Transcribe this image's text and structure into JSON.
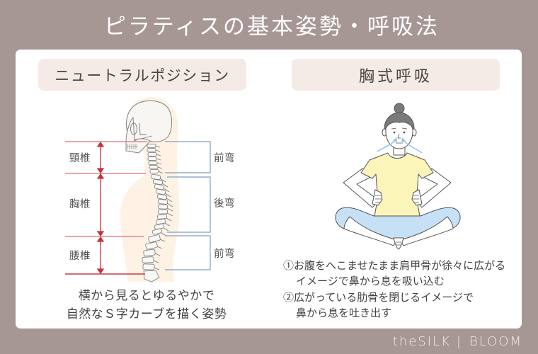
{
  "title": "ピラティスの基本姿勢・呼吸法",
  "sections": {
    "neutral": {
      "heading": "ニュートラルポジション",
      "segments": [
        {
          "name": "頸椎",
          "curve": "前弯"
        },
        {
          "name": "胸椎",
          "curve": "後弯"
        },
        {
          "name": "腰椎",
          "curve": "前弯"
        }
      ],
      "caption": [
        "横から見るとゆるやかで",
        "自然なＳ字カーブを描く姿勢"
      ]
    },
    "breathing": {
      "heading": "胸式呼吸",
      "steps": [
        {
          "marker": "①",
          "lines": [
            "お腹をへこませたまま肩甲骨が徐々に広がる",
            "イメージで鼻から息を吸い込む"
          ]
        },
        {
          "marker": "②",
          "lines": [
            "広がっている肋骨を閉じるイメージで",
            "鼻から息を吐き出す"
          ]
        }
      ]
    }
  },
  "brand": {
    "name": "theSILK",
    "separator": "|",
    "sub": "BLOOM"
  },
  "colors": {
    "background": "#a69795",
    "card": "#ffffff",
    "heading_box": "#f4ebe6",
    "body_silhouette": "#fdf2e4",
    "annotation_red": "#d8404e",
    "bracket_blue": "#7e9fc4",
    "shirt": "#fbf5b9",
    "pants": "#c6e1f5",
    "breath_arrow": "#8ec6ea"
  }
}
